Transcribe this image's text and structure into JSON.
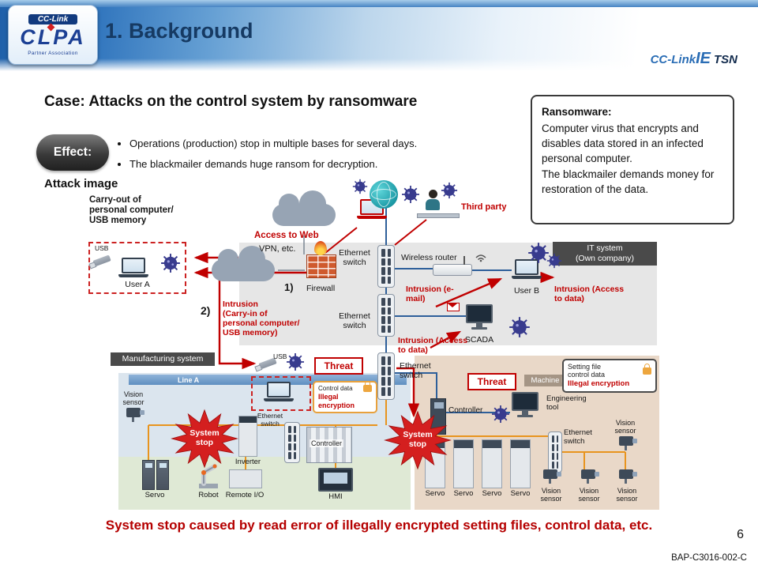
{
  "header": {
    "title": "1. Background"
  },
  "logo": {
    "top": "CC-Link",
    "main": "CLPA",
    "bottom": "Partner Association"
  },
  "brand": {
    "cclink": "CC-Link",
    "ie": "IE",
    "tsn": "TSN"
  },
  "case_title": "Case: Attacks on the control system by ransomware",
  "effect": {
    "label": "Effect:",
    "bullets": [
      "Operations (production) stop in multiple bases for several days.",
      "The blackmailer demands huge ransom for decryption."
    ]
  },
  "ransomware": {
    "title": "Ransomware:",
    "body": "Computer virus that encrypts and disables data stored in an infected personal computer.\nThe blackmailer demands money for restoration of the data."
  },
  "attack_image_label": "Attack image",
  "diagram": {
    "carry_out": "Carry-out of\npersonal computer/\nUSB memory",
    "usb": "USB",
    "user_a": "User A",
    "access_to_web": "Access to Web",
    "vpn": "VPN, etc.",
    "marker_1": "1)",
    "firewall": "Firewall",
    "ethernet_switch": "Ethernet switch",
    "wireless_router": "Wireless router",
    "intrusion_email": "Intrusion (e-mail)",
    "user_b": "User B",
    "it_system": "IT system\n(Own company)",
    "intrusion_access": "Intrusion (Access to data)",
    "third_party": "Third party",
    "marker_2": "2)",
    "intrusion_carry_in": "Intrusion\n(Carry-in of\npersonal computer/\nUSB memory)",
    "scada": "SCADA",
    "manufacturing_system": "Manufacturing system",
    "threat": "Threat",
    "control_data": "Control data",
    "illegal_encryption": "Illegal encryption",
    "line_a": "Line A",
    "vision_sensor": "Vision sensor",
    "system_stop": "System\nstop",
    "inverter": "Inverter",
    "controller": "Controller",
    "servo": "Servo",
    "robot": "Robot",
    "remote_io": "Remote I/O",
    "hmi": "HMI",
    "machine_b": "Machine B",
    "engineering_tool": "Engineering tool",
    "setting_file_control_data": "Setting file\ncontrol data"
  },
  "conclusion": "System stop caused by read error of illegally encrypted setting files, control data, etc.",
  "page_number": "6",
  "doc_code": "BAP-C3016-002-C"
}
